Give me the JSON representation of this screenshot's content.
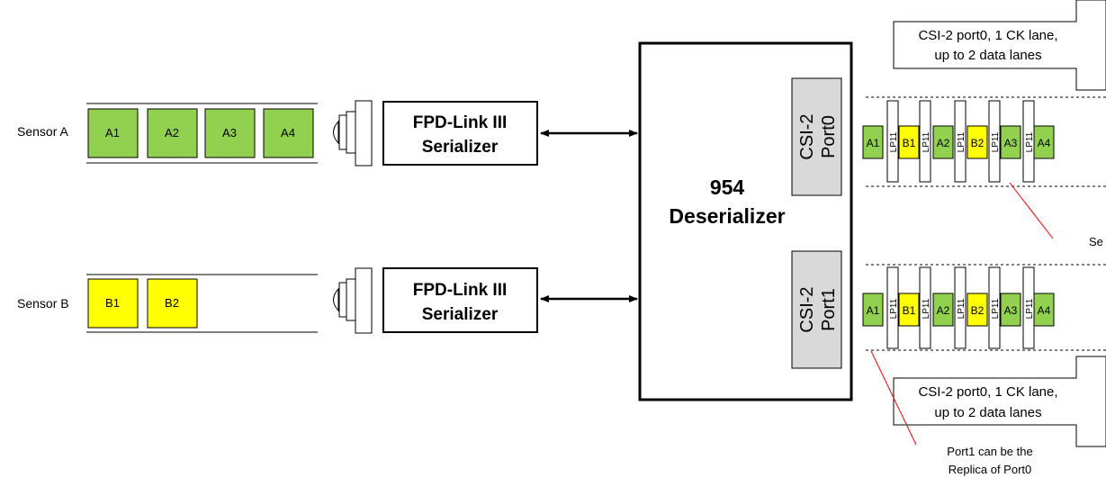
{
  "sensors": [
    {
      "label": "Sensor A",
      "frames": [
        "A1",
        "A2",
        "A3",
        "A4"
      ]
    },
    {
      "label": "Sensor B",
      "frames": [
        "B1",
        "B2"
      ]
    }
  ],
  "serializers": [
    {
      "line1": "FPD-Link III",
      "line2": "Serializer"
    },
    {
      "line1": "FPD-Link III",
      "line2": "Serializer"
    }
  ],
  "deserializer": {
    "line1": "954",
    "line2": "Deserializer"
  },
  "ports": [
    {
      "line1": "CSI-2",
      "line2": "Port0"
    },
    {
      "line1": "CSI-2",
      "line2": "Port1"
    }
  ],
  "arrows": [
    {
      "line1": "CSI-2 port0, 1 CK lane,",
      "line2": "up to 2 data lanes"
    },
    {
      "line1": "CSI-2 port0, 1 CK lane,",
      "line2": "up to 2 data lanes"
    }
  ],
  "streams": [
    {
      "tokens": [
        "A1",
        "LP11",
        "B1",
        "LP11",
        "A2",
        "LP11",
        "B2",
        "LP11",
        "A3",
        "LP11",
        "A4"
      ]
    },
    {
      "tokens": [
        "A1",
        "LP11",
        "B1",
        "LP11",
        "A2",
        "LP11",
        "B2",
        "LP11",
        "A3",
        "LP11",
        "A4"
      ]
    }
  ],
  "annotations": {
    "top_cut": "Se",
    "bottom_line1": "Port1 can be the",
    "bottom_line2": "Replica of Port0"
  },
  "colors": {
    "green": "#92d050",
    "yellow": "#ffff00",
    "port_fill": "#d9d9d9"
  }
}
